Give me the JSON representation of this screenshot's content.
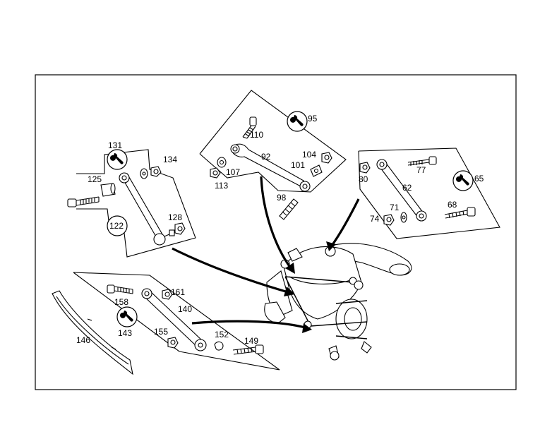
{
  "diagram": {
    "part_labels": {
      "p131": "131",
      "p134": "134",
      "p125": "125",
      "p122": "122",
      "p128": "128",
      "p110": "110",
      "p95": "95",
      "p92": "92",
      "p104": "104",
      "p107": "107",
      "p101": "101",
      "p113": "113",
      "p98": "98",
      "p80": "80",
      "p77": "77",
      "p65": "65",
      "p62": "62",
      "p71": "71",
      "p68": "68",
      "p74": "74",
      "p161": "161",
      "p158": "158",
      "p140": "140",
      "p143": "143",
      "p155": "155",
      "p152": "152",
      "p149": "149",
      "p146": "146"
    },
    "icons": [
      "wrench-icon",
      "bolt-icon",
      "nut-icon",
      "bushing-icon",
      "control-arm-icon"
    ]
  }
}
